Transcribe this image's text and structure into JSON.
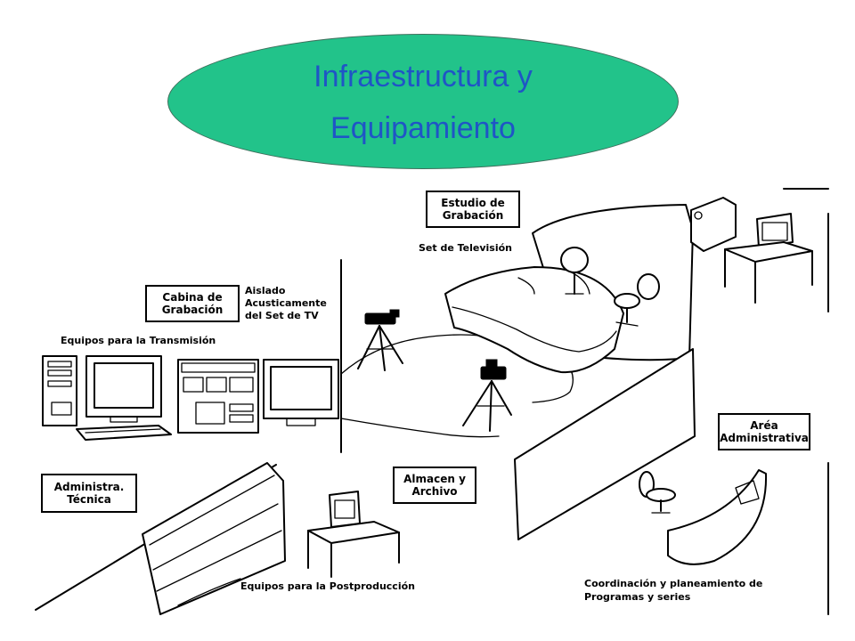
{
  "title": {
    "line1": "Infraestructura y",
    "line2": "Equipamiento",
    "oval_color": "#22c38a",
    "text_color": "#1f55c6"
  },
  "labels": {
    "estudio": [
      "Estudio de",
      "Grabación"
    ],
    "set_tv": "Set de Televisión",
    "cabina": [
      "Cabina  de",
      "Grabación"
    ],
    "aislado": [
      "Aislado",
      "Acusticamente",
      "del Set de TV"
    ],
    "equipos_transmision": "Equipos para la Transmisión",
    "area_admin": [
      "Aréa",
      "Administrativa"
    ],
    "almacen": [
      "Almacen y",
      "Archivo"
    ],
    "admin_tecnica": [
      "Administra.",
      "Técnica"
    ],
    "equipos_postproduccion": "Equipos para la Postproducción",
    "coordinacion": [
      "Coordinación y planeamiento de",
      "Programas y series"
    ]
  },
  "icons": [
    "studio-sofa-icon",
    "studio-chair-icon",
    "tv-camera-tripod-icon",
    "computer-desk-icon",
    "server-tower-icon",
    "crt-monitor-icon",
    "keyboard-icon",
    "video-rack-icon",
    "office-chair-icon",
    "reception-counter-icon",
    "storage-shelf-icon"
  ]
}
